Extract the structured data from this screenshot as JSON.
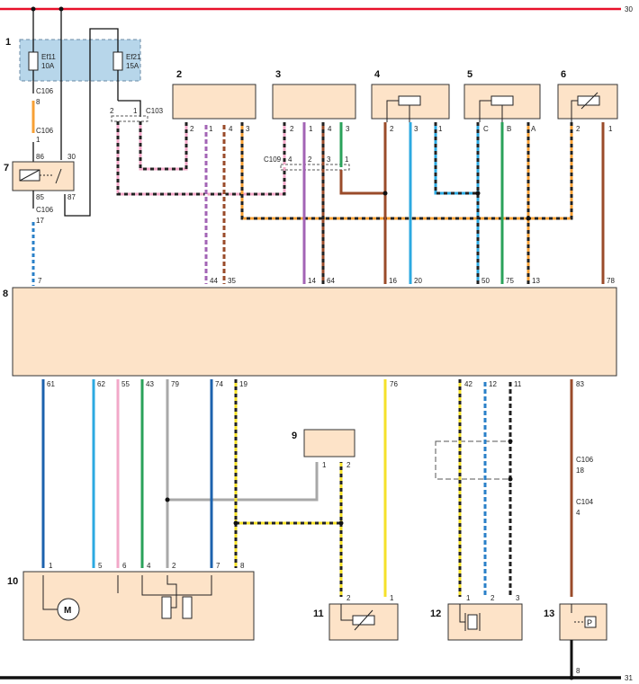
{
  "rails": {
    "top_label": "30",
    "bottom_label": "31",
    "top_color": "#e8102a",
    "bottom_color": "#111111"
  },
  "components": {
    "c1": "1",
    "c2": "2",
    "c3": "3",
    "c4": "4",
    "c5": "5",
    "c6": "6",
    "c7": "7",
    "c8": "8",
    "c9": "9",
    "c10": "10",
    "c11": "11",
    "c12": "12",
    "c13": "13"
  },
  "fuses": {
    "f1_name": "Ef11",
    "f1_rating": "10A",
    "f2_name": "Ef21",
    "f2_rating": "15A"
  },
  "connectors": {
    "c106_a": "C106",
    "c106_a_pin": "8",
    "c106_b": "C106",
    "c106_b_pin": "1",
    "c106_c": "C106",
    "c106_c_pin": "17",
    "c106_d": "C106",
    "c106_d_pin": "18",
    "c104": "C104",
    "c104_pin": "4",
    "c103": "C103",
    "c103_p2": "2",
    "c103_p1": "1",
    "c109": "C109",
    "c109_p4": "4",
    "c109_p2": "2",
    "c109_p3": "3",
    "c109_p1": "1"
  },
  "relay_pins": {
    "p86": "86",
    "p30": "30",
    "p85": "85",
    "p87": "87"
  },
  "pins": {
    "c2": [
      "2",
      "1",
      "4",
      "3"
    ],
    "c3": [
      "2",
      "1",
      "4",
      "3"
    ],
    "c4": [
      "2",
      "3",
      "1"
    ],
    "c5": [
      "C",
      "B",
      "A"
    ],
    "c6": [
      "2",
      "1"
    ],
    "c8_top": [
      "7",
      "44",
      "35",
      "14",
      "64",
      "16",
      "20",
      "50",
      "75",
      "13",
      "78"
    ],
    "c8_bottom": [
      "61",
      "62",
      "55",
      "43",
      "79",
      "74",
      "19",
      "76",
      "42",
      "12",
      "11",
      "83"
    ],
    "c9": [
      "1",
      "2"
    ],
    "c10": [
      "1",
      "5",
      "6",
      "4",
      "2",
      "7",
      "8"
    ],
    "c11": [
      "2",
      "1"
    ],
    "c12": [
      "1",
      "2",
      "3"
    ],
    "c13_ground": "8"
  },
  "symbols": {
    "motor": "M",
    "pressure": "P"
  }
}
